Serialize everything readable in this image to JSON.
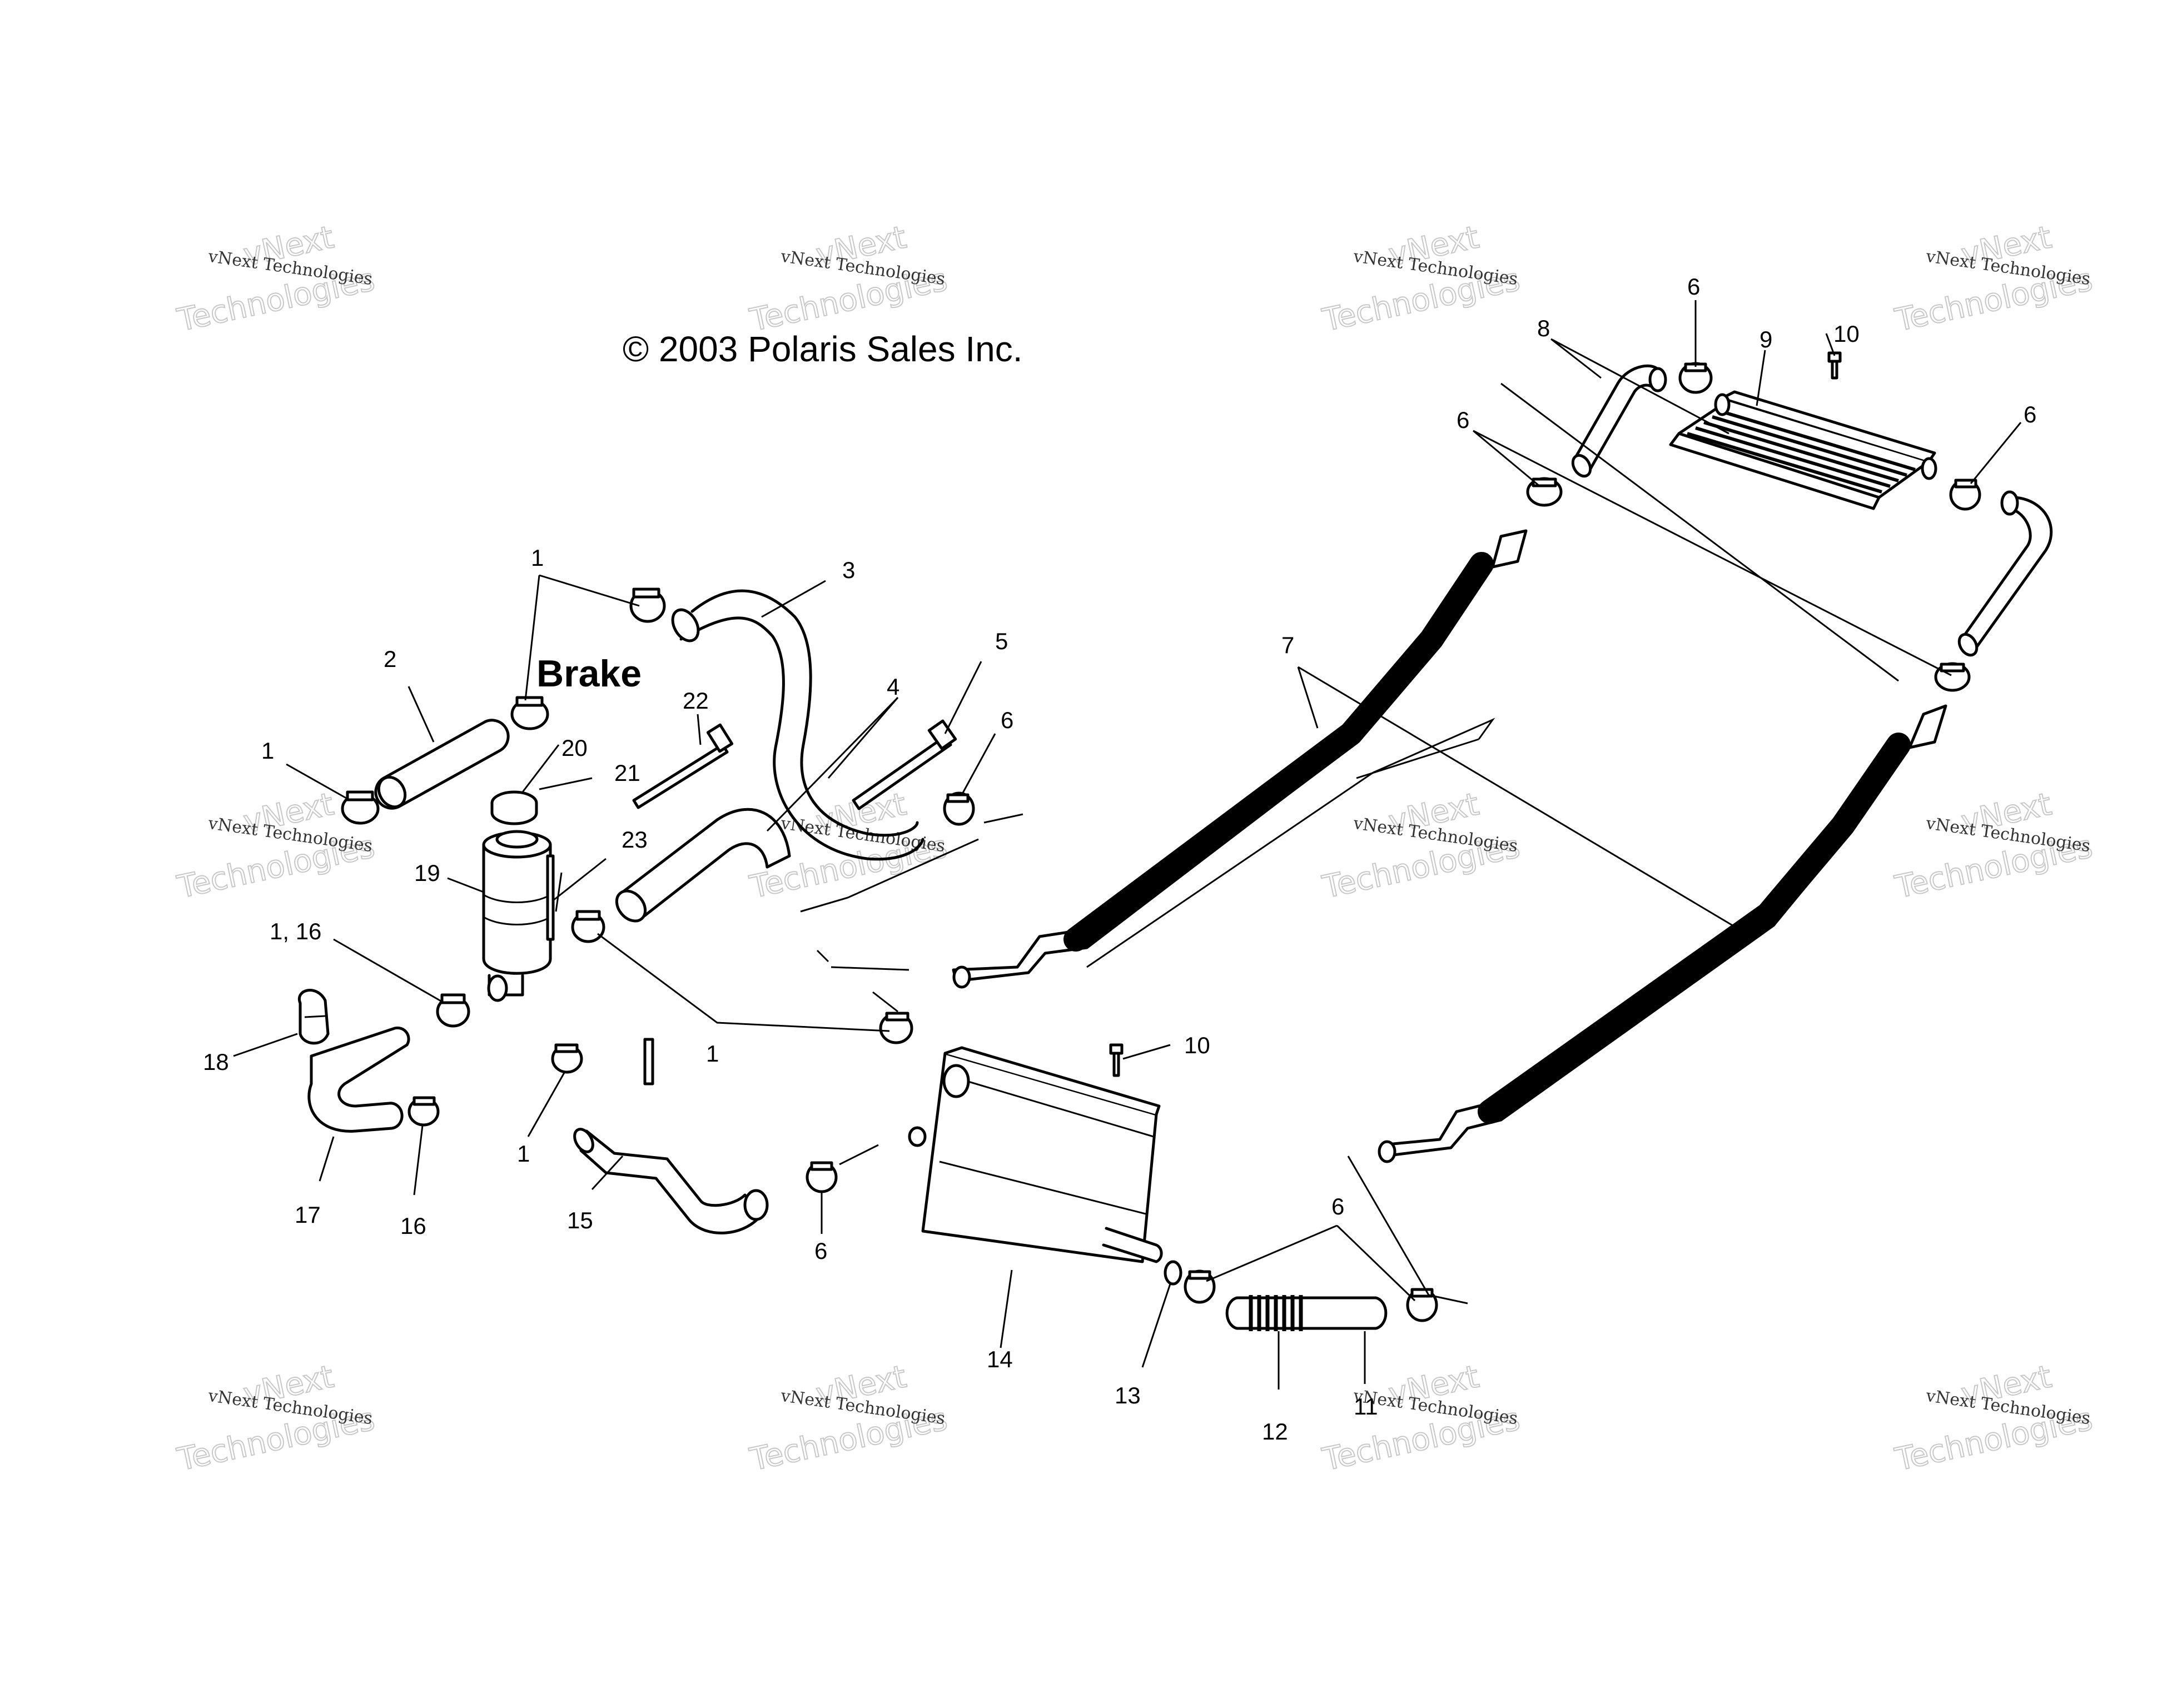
{
  "copyright": "© 2003 Polaris Sales Inc.",
  "brake_label": "Brake",
  "watermark": {
    "line1": "vNext Technologies",
    "big_a": "vNext",
    "big_b": "Technologies"
  },
  "callouts": {
    "c1_top": "1",
    "c1_left": "1",
    "c1_mid": "1",
    "c1_bottom": "1",
    "c1_16": "1,  16",
    "c2": "2",
    "c3": "3",
    "c4": "4",
    "c5": "5",
    "c6_mid": "6",
    "c6_topleft": "6",
    "c6_top": "6",
    "c6_topright": "6",
    "c6_bottom": "6",
    "c6_lowright": "6",
    "c7": "7",
    "c8": "8",
    "c9": "9",
    "c10_top": "10",
    "c10_mid": "10",
    "c11": "11",
    "c12": "12",
    "c13": "13",
    "c14": "14",
    "c15": "15",
    "c16": "16",
    "c17": "17",
    "c18": "18",
    "c19": "19",
    "c20": "20",
    "c21": "21",
    "c22": "22",
    "c23": "23"
  }
}
